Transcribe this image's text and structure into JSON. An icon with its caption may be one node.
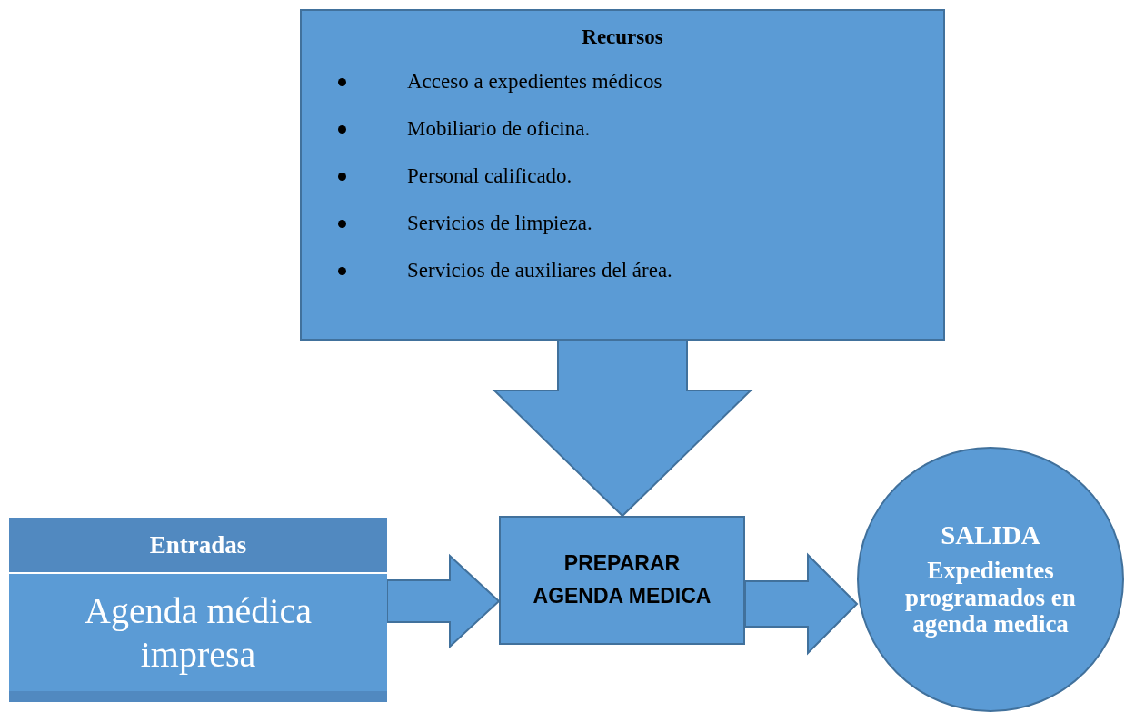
{
  "diagram": {
    "nodes": [
      {
        "text": [
          "Recursos",
          "Acceso a expedientes médicos",
          "Mobiliario de oficina.",
          "Personal calificado.",
          "Servicios de limpieza.",
          "Servicios de auxiliares del área."
        ]
      },
      {
        "text": [
          "Entradas",
          "Agenda médica impresa"
        ]
      },
      {
        "text": [
          "PREPARAR AGENDA MEDICA"
        ]
      },
      {
        "text": [
          "SALIDA",
          "Expedientes programados en agenda medica"
        ]
      }
    ],
    "edges": [
      {
        "from": 0,
        "to": 2,
        "arrow": "to"
      },
      {
        "from": 1,
        "to": 2,
        "arrow": "to"
      },
      {
        "from": 2,
        "to": 3,
        "arrow": "to"
      }
    ]
  }
}
